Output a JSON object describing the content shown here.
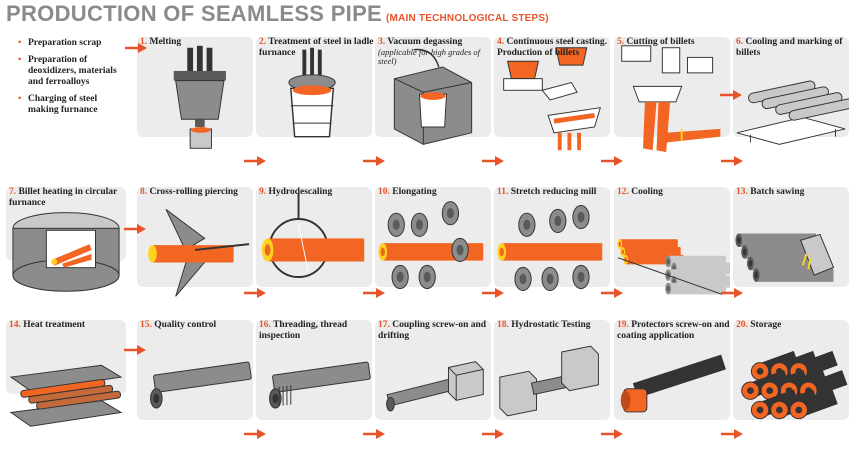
{
  "header": {
    "title": "PRODUCTION OF SEAMLESS PIPE",
    "subtitle": "(MAIN TECHNOLOGICAL STEPS)"
  },
  "prep": [
    "Preparation scrap",
    "Preparation of deoxidizers, materials and ferroalloys",
    "Charging of steel making furnance"
  ],
  "steps": [
    {
      "num": "1.",
      "label": "Melting",
      "icon": "melting-furnace-icon"
    },
    {
      "num": "2.",
      "label": "Treatment of steel in ladle furnance",
      "icon": "ladle-furnace-icon"
    },
    {
      "num": "3.",
      "label": "Vacuum degassing",
      "note": "(applicable for high grades of steel)",
      "icon": "vacuum-degassing-icon"
    },
    {
      "num": "4.",
      "label": "Continuous steel casting. Production of billets",
      "icon": "continuous-casting-icon"
    },
    {
      "num": "5.",
      "label": "Cutting of billets",
      "icon": "billet-cutting-icon"
    },
    {
      "num": "6.",
      "label": "Cooling and marking of billets",
      "icon": "billet-cooling-icon"
    },
    {
      "num": "7.",
      "label": "Billet heating in circular furnance",
      "icon": "circular-furnace-icon"
    },
    {
      "num": "8.",
      "label": "Cross-rolling piercing",
      "icon": "cross-rolling-icon"
    },
    {
      "num": "9.",
      "label": "Hydrodescaling",
      "icon": "hydrodescaling-icon"
    },
    {
      "num": "10.",
      "label": "Elongating",
      "icon": "elongating-icon"
    },
    {
      "num": "11.",
      "label": "Stretch reducing mill",
      "icon": "stretch-reducing-icon"
    },
    {
      "num": "12.",
      "label": "Cooling",
      "icon": "pipe-cooling-icon"
    },
    {
      "num": "13.",
      "label": "Batch sawing",
      "icon": "batch-sawing-icon"
    },
    {
      "num": "14.",
      "label": "Heat treatment",
      "icon": "heat-treatment-icon"
    },
    {
      "num": "15.",
      "label": "Quality control",
      "icon": "quality-control-icon"
    },
    {
      "num": "16.",
      "label": "Threading, thread inspection",
      "icon": "threading-icon"
    },
    {
      "num": "17.",
      "label": "Coupling screw-on and drifting",
      "icon": "coupling-icon"
    },
    {
      "num": "18.",
      "label": "Hydrostatic Testing",
      "icon": "hydrostatic-test-icon"
    },
    {
      "num": "19.",
      "label": "Protectors screw-on and coating application",
      "icon": "protectors-coating-icon"
    },
    {
      "num": "20.",
      "label": "Storage",
      "icon": "pipe-storage-icon"
    }
  ],
  "colors": {
    "accent": "#e8542a",
    "hot_orange": "#f26522",
    "glow_yellow": "#ffd21f",
    "steel_dark": "#5a5a5a",
    "steel_mid": "#8c8c8c",
    "steel_light": "#c9c9c9",
    "panel": "#ececec",
    "title_gray": "#8a8a8a"
  }
}
